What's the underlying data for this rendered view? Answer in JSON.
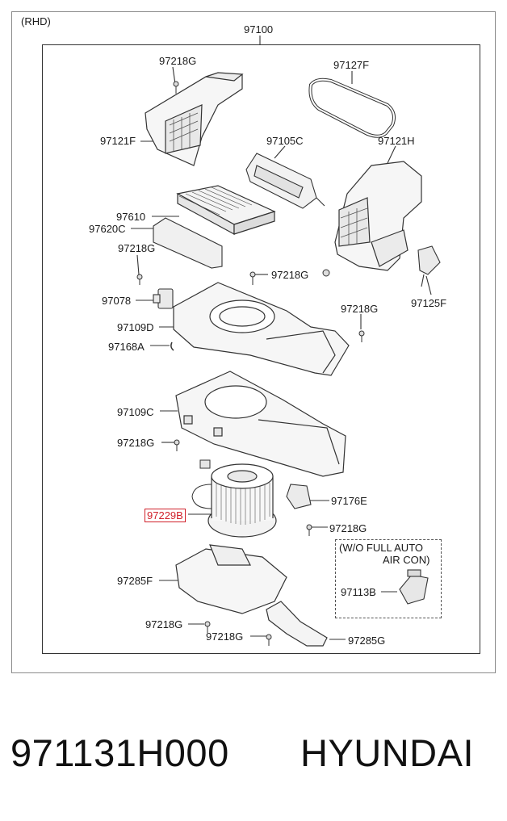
{
  "diagram": {
    "variant": "(RHD)",
    "assembly": "97100",
    "parts": {
      "p97218G_a": "97218G",
      "p97127F": "97127F",
      "p97121F": "97121F",
      "p97105C": "97105C",
      "p97121H": "97121H",
      "p97610": "97610",
      "p97620C": "97620C",
      "p97218G_b": "97218G",
      "p97218G_c": "97218G",
      "p97078": "97078",
      "p97125F": "97125F",
      "p97218G_d": "97218G",
      "p97109D": "97109D",
      "p97168A": "97168A",
      "p97109C": "97109C",
      "p97218G_e": "97218G",
      "p97176E": "97176E",
      "p97229B": "97229B",
      "p97218G_f": "97218G",
      "p97113B": "97113B",
      "p97285F": "97285F",
      "p97218G_g": "97218G",
      "p97218G_h": "97218G",
      "p97285G": "97285G"
    },
    "note_line1": "(W/O FULL AUTO",
    "note_line2": "AIR CON)",
    "highlight_color": "#d0202a"
  },
  "footer": {
    "part_number": "971131H000",
    "brand": "HYUNDAI"
  }
}
